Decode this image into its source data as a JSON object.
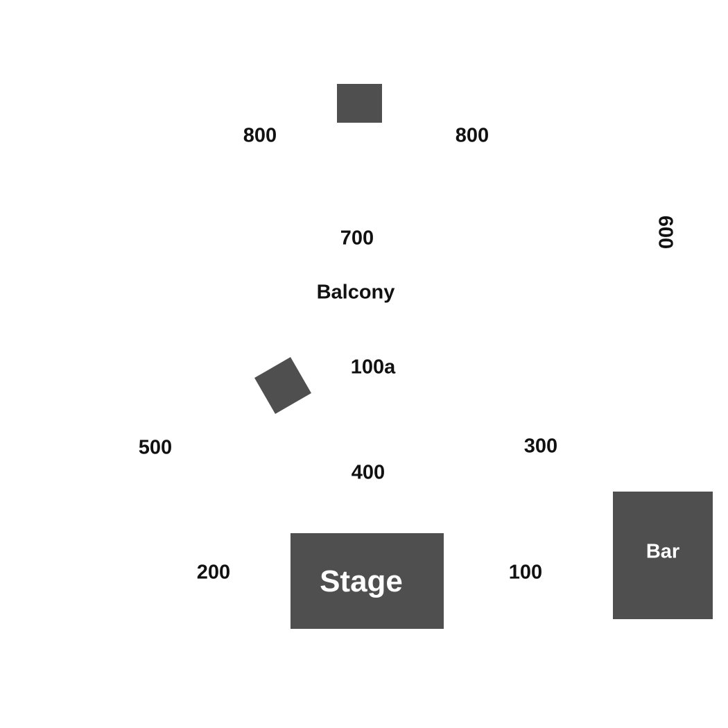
{
  "map": {
    "background": "#ffffff",
    "block_color": "#4f4f4f",
    "text_color": "#111111",
    "sections": {
      "s800_left": "800",
      "s800_right": "800",
      "s700": "700",
      "s600": "600",
      "balcony": "Balcony",
      "s100a": "100a",
      "s500": "500",
      "s300": "300",
      "s400": "400",
      "s200": "200",
      "s100": "100"
    },
    "stage_label": "Stage",
    "bar_label": "Bar"
  }
}
